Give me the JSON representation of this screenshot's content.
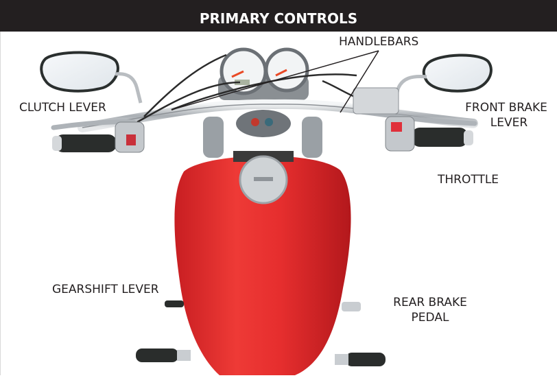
{
  "header": {
    "title": "PRIMARY CONTROLS"
  },
  "labels": {
    "handlebars": "HANDLEBARS",
    "clutch_lever": "CLUTCH LEVER",
    "front_brake_lever_line1": "FRONT BRAKE",
    "front_brake_lever_line2": "LEVER",
    "throttle": "THROTTLE",
    "gearshift_lever": "GEARSHIFT LEVER",
    "rear_brake_pedal_line1": "REAR BRAKE",
    "rear_brake_pedal_line2": "PEDAL"
  },
  "colors": {
    "header_bg": "#231f20",
    "header_text": "#ffffff",
    "label_text": "#231f20",
    "tank_red": "#e32b2b",
    "chrome": "#c9cdd1",
    "grip": "#2a2d2c"
  }
}
